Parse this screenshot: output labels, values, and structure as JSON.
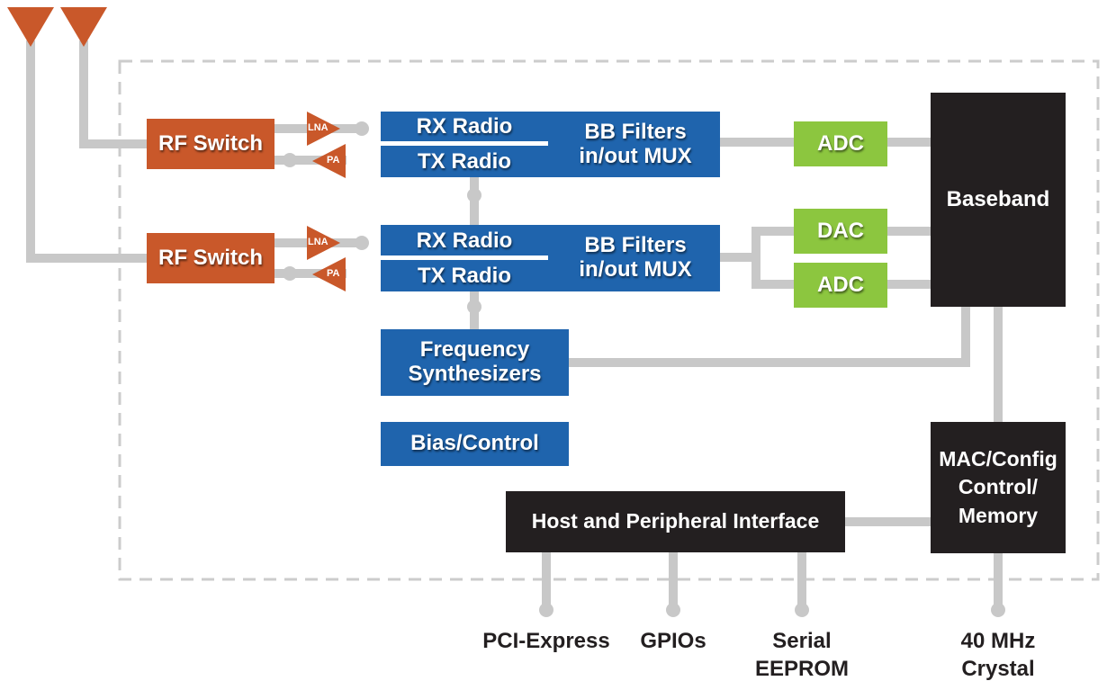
{
  "blocks": {
    "rf_switch_1": "RF Switch",
    "rf_switch_2": "RF Switch",
    "lna_1": "LNA",
    "pa_1": "PA",
    "lna_2": "LNA",
    "pa_2": "PA",
    "rx_radio_1": "RX Radio",
    "tx_radio_1": "TX Radio",
    "bb_filters_1": "BB Filters\nin/out MUX",
    "rx_radio_2": "RX Radio",
    "tx_radio_2": "TX Radio",
    "bb_filters_2": "BB Filters\nin/out MUX",
    "adc_1": "ADC",
    "dac": "DAC",
    "adc_2": "ADC",
    "baseband": "Baseband",
    "freq_synth": "Frequency\nSynthesizers",
    "bias_control": "Bias/Control",
    "host_interface": "Host and Peripheral Interface",
    "mac_config": "MAC/Config\nControl/\nMemory"
  },
  "external": {
    "pci_express": "PCI-Express",
    "gpios": "GPIOs",
    "serial_eeprom": "Serial\nEEPROM",
    "crystal": "40 MHz\nCrystal"
  },
  "colors": {
    "rf": "#c9582a",
    "radio": "#1f64ad",
    "converter": "#8cc63f",
    "digital": "#231f20",
    "wire": "#c8c8c8",
    "boundary": "#cccccc"
  }
}
